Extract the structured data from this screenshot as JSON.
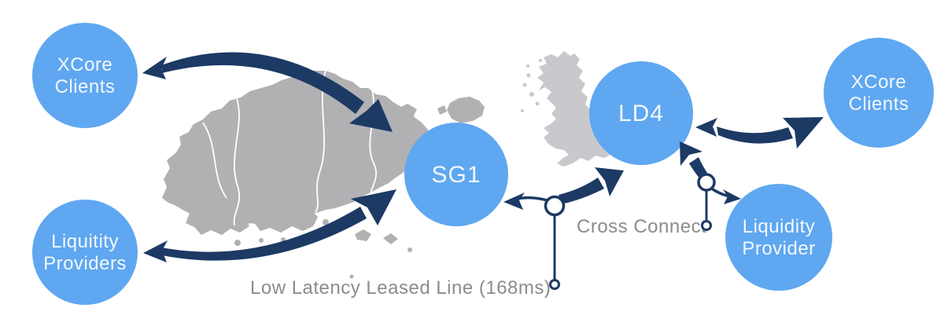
{
  "diagram": {
    "nodes": {
      "xcore_left": {
        "line1": "XCore",
        "line2": "Clients"
      },
      "liq_left": {
        "line1": "Liquitity",
        "line2": "Providers"
      },
      "sg1": {
        "label": "SG1"
      },
      "ld4": {
        "label": "LD4"
      },
      "xcore_right": {
        "line1": "XCore",
        "line2": "Clients"
      },
      "liq_right": {
        "line1": "Liquidity",
        "line2": "Provider"
      }
    },
    "labels": {
      "cross_connect": "Cross Connect",
      "leased_line": "Low Latency Leased Line (168ms)"
    },
    "maps": {
      "left": "singapore",
      "right": "united-kingdom"
    },
    "colors": {
      "background": "#ffffff",
      "circle_fill": "#5fa7f0",
      "circle_text": "#f2f8fe",
      "arrow": "#1c3a64",
      "label_text": "#8c8c8c",
      "map_singapore": "#b1b1b4",
      "map_uk": "#c9c9cd",
      "map_border": "#ffffff",
      "node_fill": "#ffffff"
    }
  }
}
